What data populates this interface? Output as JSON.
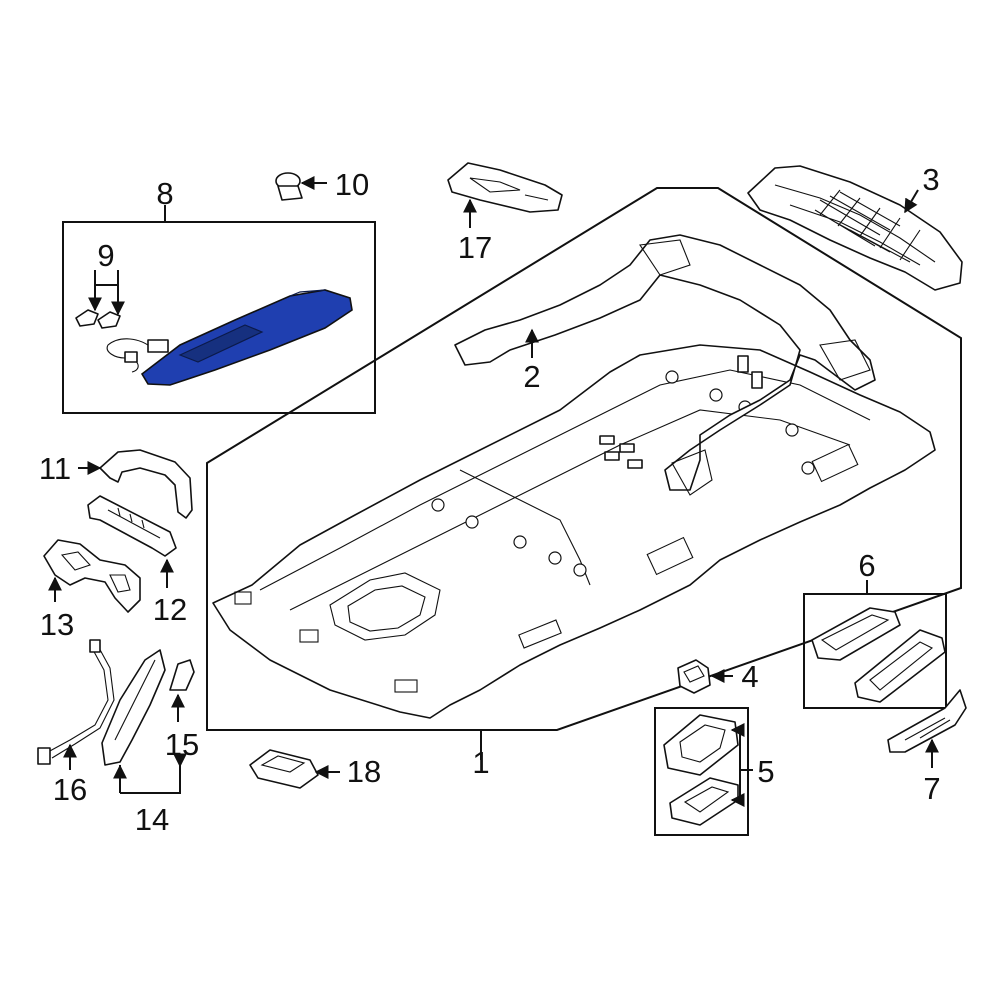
{
  "colors": {
    "highlight": "#1f3fb0",
    "highlight_dark": "#16307f",
    "line": "#111111",
    "background": "#ffffff"
  },
  "callouts": {
    "c1": "1",
    "c2": "2",
    "c3": "3",
    "c4": "4",
    "c5": "5",
    "c6": "6",
    "c7": "7",
    "c8": "8",
    "c9": "9",
    "c10": "10",
    "c11": "11",
    "c12": "12",
    "c13": "13",
    "c14": "14",
    "c15": "15",
    "c16": "16",
    "c17": "17",
    "c18": "18"
  },
  "highlighted_part": "8"
}
